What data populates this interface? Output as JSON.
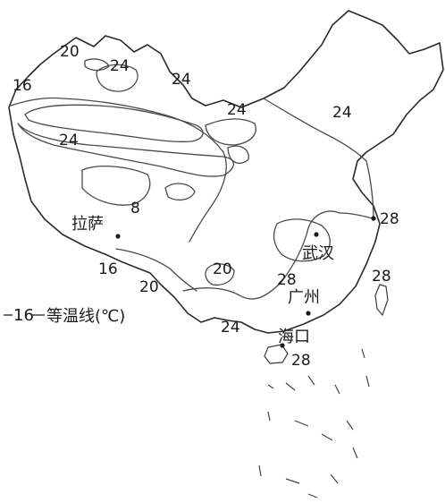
{
  "map": {
    "isotherm_values": {
      "v16_west": "16",
      "v20_north": "20",
      "v24_north_inner": "24",
      "v24_north": "24",
      "v24_north_central": "24",
      "v24_northeast": "24",
      "v24_basin": "24",
      "v8": "8",
      "v16_south": "16",
      "v20_southwest": "20",
      "v20_sichuan": "20",
      "v24_south": "24",
      "v28_east": "28",
      "v28_taiwan": "28",
      "v28_central": "28",
      "v28_hainan": "28"
    },
    "cities": {
      "lhasa": "拉萨",
      "wuhan": "武汉",
      "guangzhou": "广州",
      "haikou": "海口"
    },
    "legend": {
      "symbol_value": "16",
      "text": "等温线(℃)"
    }
  }
}
